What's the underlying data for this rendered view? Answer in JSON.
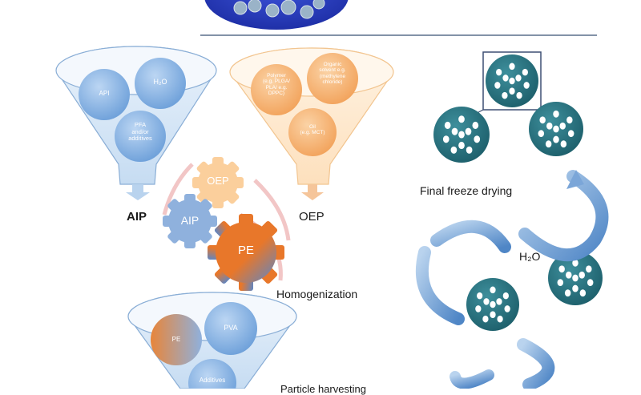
{
  "figure": {
    "left_section": {
      "aqueous_funnel": {
        "bubbles": {
          "api": "API",
          "water": "H₂O",
          "pfa": "PFA\nand/or\nadditives"
        },
        "output_label": "AIP"
      },
      "organic_funnel": {
        "bubbles": {
          "polymer": "Polymer\n(e.g. PLGA/\nPLA/ e.g.\nDPPC)",
          "solvent": "Organic\nsolvent e.g.\n(methylene\nchloride)",
          "oil": "Oil\n(e.g. MCT)"
        },
        "output_label": "OEP"
      },
      "gears": {
        "oep": "OEP",
        "aip": "AIP",
        "pe": "PE"
      },
      "step_label": "Homogenization",
      "bottom_funnel": {
        "bubbles": {
          "pe": "PE",
          "pva": "PVA",
          "additives": "Additives"
        }
      },
      "bottom_caption": "Particle harvesting"
    },
    "right_section": {
      "step_label": "Final freeze drying",
      "water_label": "H₂O"
    }
  }
}
